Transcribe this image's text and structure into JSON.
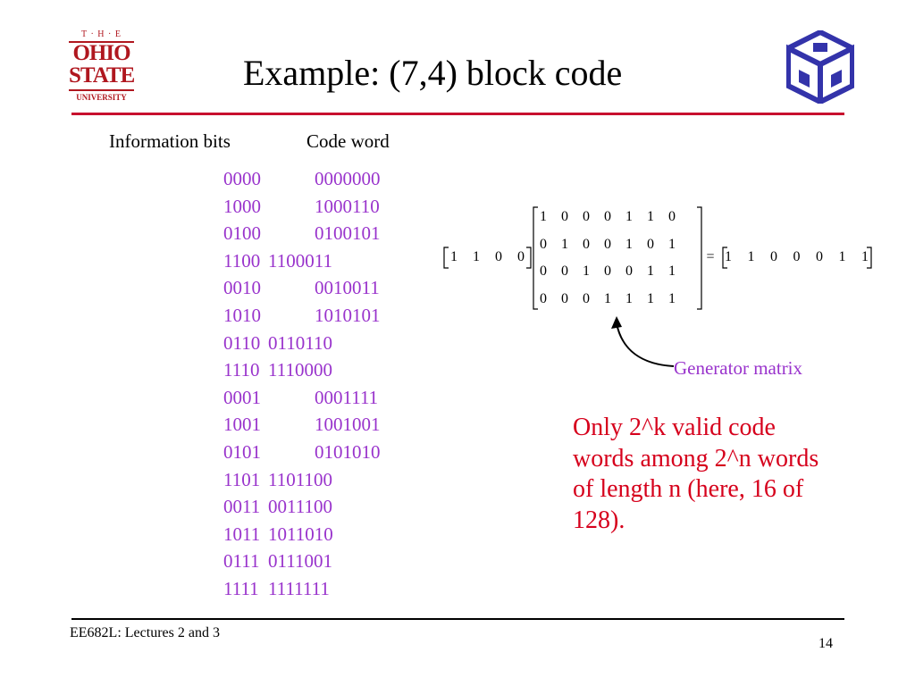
{
  "logo": {
    "the": "T · H · E",
    "line1": "OHIO",
    "line2": "STATE",
    "line3": "UNIVERSITY"
  },
  "title": "Example: (7,4) block code",
  "headers": {
    "info": "Information bits",
    "code": "Code word"
  },
  "rows": [
    {
      "info": "0000",
      "code": "0000000",
      "tight": false
    },
    {
      "info": "1000",
      "code": "1000110",
      "tight": false
    },
    {
      "info": "0100",
      "code": "0100101",
      "tight": false
    },
    {
      "info": "1100",
      "code": "1100011",
      "tight": true
    },
    {
      "info": "0010",
      "code": "0010011",
      "tight": false
    },
    {
      "info": "1010",
      "code": "1010101",
      "tight": false
    },
    {
      "info": "0110",
      "code": "0110110",
      "tight": true
    },
    {
      "info": "1110",
      "code": "1110000",
      "tight": true
    },
    {
      "info": "0001",
      "code": "0001111",
      "tight": false
    },
    {
      "info": "1001",
      "code": "1001001",
      "tight": false
    },
    {
      "info": "0101",
      "code": "0101010",
      "tight": false
    },
    {
      "info": "1101",
      "code": "1101100",
      "tight": true
    },
    {
      "info": "0011",
      "code": "0011100",
      "tight": true
    },
    {
      "info": "1011",
      "code": "1011010",
      "tight": true
    },
    {
      "info": "0111",
      "code": "0111001",
      "tight": true
    },
    {
      "info": "1111",
      "code": "1111111",
      "tight": true
    }
  ],
  "equation": {
    "input": [
      "1",
      "1",
      "0",
      "0"
    ],
    "matrix": [
      [
        "1",
        "0",
        "0",
        "0",
        "1",
        "1",
        "0"
      ],
      [
        "0",
        "1",
        "0",
        "0",
        "1",
        "0",
        "1"
      ],
      [
        "0",
        "0",
        "1",
        "0",
        "0",
        "1",
        "1"
      ],
      [
        "0",
        "0",
        "0",
        "1",
        "1",
        "1",
        "1"
      ]
    ],
    "equals": "=",
    "output": [
      "1",
      "1",
      "0",
      "0",
      "0",
      "1",
      "1"
    ]
  },
  "generator_label": "Generator matrix",
  "note": "Only 2^k valid code words among 2^n words of length n (here, 16 of 128).",
  "footer": "EE682L: Lectures 2 and 3",
  "page_number": "14",
  "colors": {
    "accent_red": "#c8102e",
    "code_purple": "#9933cc",
    "note_red": "#d6001c",
    "logo_red": "#b0171f",
    "cube_blue": "#3333aa"
  }
}
